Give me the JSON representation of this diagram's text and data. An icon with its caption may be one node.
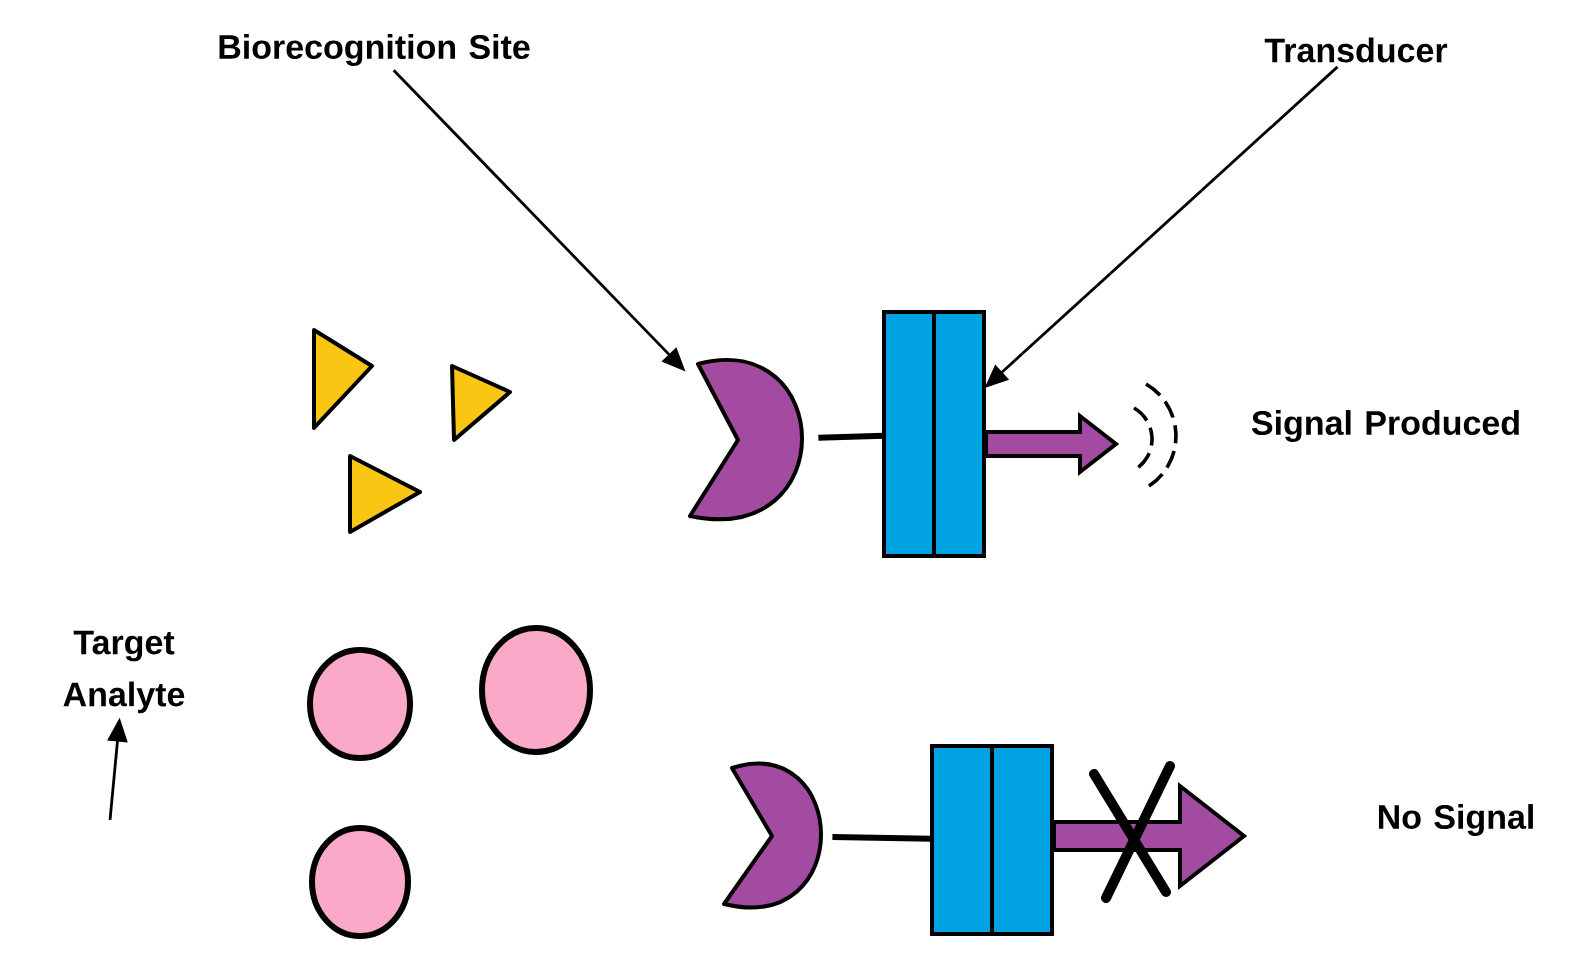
{
  "diagram": {
    "nodes": [
      {
        "text": [
          "Biorecognition Site"
        ]
      },
      {
        "text": [],
        "shape": "crescent"
      },
      {
        "text": [
          "Transducer"
        ]
      },
      {
        "text": [],
        "shape": "box"
      },
      {
        "text": [
          "Target Analyte"
        ]
      },
      {
        "text": [],
        "shape": "crescent"
      },
      {
        "text": [],
        "shape": "box"
      }
    ],
    "edges": [
      {
        "from": 0,
        "to": 1,
        "arrow": "to"
      },
      {
        "from": 2,
        "to": 3,
        "arrow": "to"
      },
      {
        "from": null,
        "to": 4,
        "arrow": "to"
      },
      {
        "from": 1,
        "to": 3,
        "arrow": "none",
        "style": "thick"
      },
      {
        "from": 5,
        "to": 6,
        "arrow": "none",
        "style": "thick"
      }
    ],
    "labels": [
      "Signal Produced",
      "No Signal"
    ]
  }
}
